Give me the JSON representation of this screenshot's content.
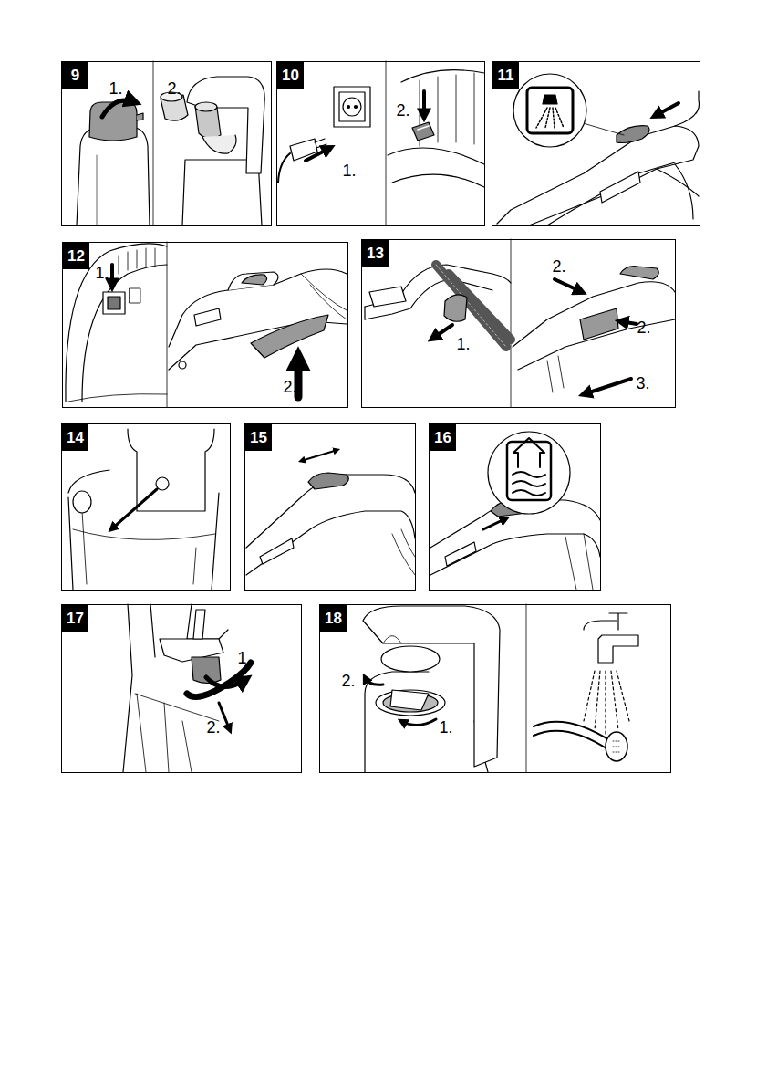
{
  "diagram": {
    "nodes": [
      {
        "text": [
          "9"
        ]
      },
      {
        "text": [
          "10"
        ]
      },
      {
        "text": [
          "11"
        ]
      },
      {
        "text": [
          "12"
        ]
      },
      {
        "text": [
          "13"
        ]
      },
      {
        "text": [
          "14"
        ]
      },
      {
        "text": [
          "15"
        ]
      },
      {
        "text": [
          "16"
        ]
      },
      {
        "text": [
          "17"
        ]
      },
      {
        "text": [
          "18"
        ]
      }
    ],
    "labels": [
      "1.",
      "2.",
      "1.",
      "2.",
      "1.",
      "2.",
      "1.",
      "2.",
      "2.",
      "3.",
      "1.",
      "2.",
      "2.",
      "1."
    ]
  }
}
